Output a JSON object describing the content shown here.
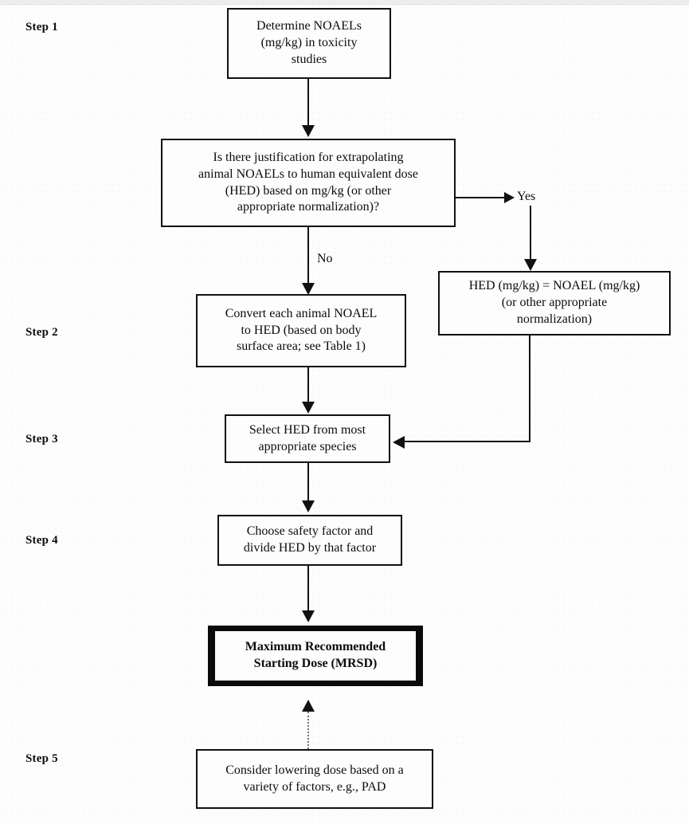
{
  "diagram": {
    "title": "MRSD determination flowchart",
    "accent_color": "#111111",
    "background_color": "#fdfdfd"
  },
  "step_labels": [
    {
      "id": "step-1",
      "text": "Step 1"
    },
    {
      "id": "step-2",
      "text": "Step 2"
    },
    {
      "id": "step-3",
      "text": "Step 3"
    },
    {
      "id": "step-4",
      "text": "Step 4"
    },
    {
      "id": "step-5",
      "text": "Step 5"
    }
  ],
  "nodes": {
    "determine_noaels": {
      "line1": "Determine NOAELs",
      "line2": "(mg/kg) in toxicity",
      "line3": "studies"
    },
    "justification_question": {
      "line1": "Is there justification for extrapolating",
      "line2": "animal NOAELs to human equivalent dose",
      "line3": "(HED) based on mg/kg (or other",
      "line4": "appropriate normalization)?"
    },
    "hed_equals_noael": {
      "line1": "HED (mg/kg) = NOAEL (mg/kg)",
      "line2": "(or other appropriate",
      "line3": "normalization)"
    },
    "convert_noael": {
      "line1": "Convert each animal NOAEL",
      "line2": "to HED (based on body",
      "line3": "surface area; see Table 1)"
    },
    "select_hed": {
      "line1": "Select HED from most",
      "line2": "appropriate species"
    },
    "safety_factor": {
      "line1": "Choose safety factor and",
      "line2": "divide HED by that factor"
    },
    "mrsd": {
      "line1": "Maximum Recommended",
      "line2": "Starting Dose (MRSD)"
    },
    "consider_lowering": {
      "line1": "Consider lowering dose based on a",
      "line2": "variety of factors, e.g., PAD"
    }
  },
  "edge_labels": {
    "yes": "Yes",
    "no": "No"
  }
}
